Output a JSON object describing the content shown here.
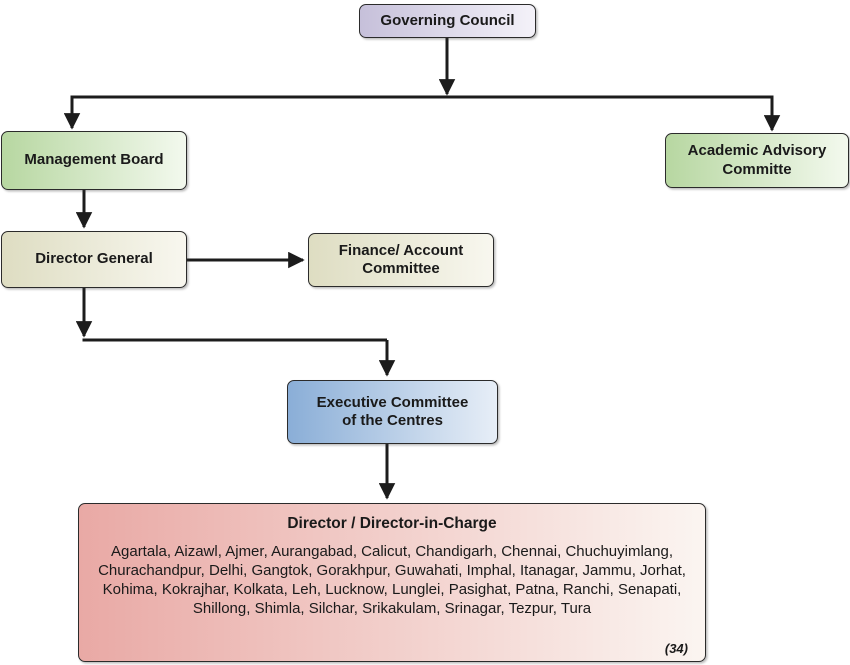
{
  "diagram": {
    "type": "org-chart",
    "nodes": {
      "governing_council": {
        "label": "Governing Council"
      },
      "management_board": {
        "label": "Management Board"
      },
      "academic_advisory_committe": {
        "line1": "Academic Advisory",
        "line2": "Committe"
      },
      "director_general": {
        "label": "Director General"
      },
      "finance_account_committee": {
        "line1": "Finance/ Account",
        "line2": "Committee"
      },
      "executive_committee": {
        "line1": "Executive Committee",
        "line2": "of the Centres"
      },
      "director_in_charge": {
        "title": "Director / Director-in-Charge",
        "centres": "Agartala, Aizawl, Ajmer, Aurangabad, Calicut, Chandigarh, Chennai, Chuchuyimlang, Churachandpur, Delhi, Gangtok, Gorakhpur, Guwahati, Imphal, Itanagar, Jammu, Jorhat, Kohima, Kokrajhar, Kolkata, Leh, Lucknow, Lunglei, Pasighat, Patna, Ranchi, Senapati, Shillong, Shimla, Silchar, Srikakulam, Srinagar, Tezpur, Tura",
        "count_label": "(34)"
      }
    },
    "edges": [
      {
        "from": "governing_council",
        "to": "management_board"
      },
      {
        "from": "governing_council",
        "to": "academic_advisory_committe"
      },
      {
        "from": "management_board",
        "to": "director_general"
      },
      {
        "from": "director_general",
        "to": "finance_account_committee"
      },
      {
        "from": "director_general",
        "to": "executive_committee"
      },
      {
        "from": "executive_committee",
        "to": "director_in_charge"
      }
    ],
    "colors": {
      "governing_council": "#c6c0da",
      "management_board": "#b7d7a1",
      "academic_advisory_committe": "#b7d7a1",
      "director_general": "#deddc2",
      "finance_account_committee": "#deddc2",
      "executive_committee": "#8aaed7",
      "director_in_charge": "#e9a9a5",
      "connector_line": "#1c1c1c",
      "border": "#2b2b2b"
    }
  }
}
